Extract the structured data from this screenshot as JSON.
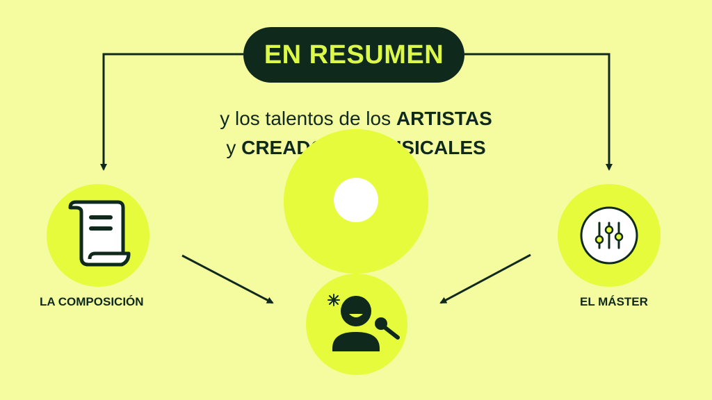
{
  "header": {
    "title": "EN RESUMEN"
  },
  "subtitle": {
    "line1_prefix": "y los talentos de los ",
    "line1_bold": "ARTISTAS",
    "line2_prefix": "y ",
    "line2_bold": "CREADORES MUSICALES"
  },
  "nodes": {
    "left": {
      "label": "LA COMPOSICIÓN",
      "icon": "scroll-icon"
    },
    "right": {
      "label": "EL MÁSTER",
      "icon": "mixer-sliders-icon"
    },
    "center_top": {
      "icon": "vinyl-disc-icon"
    },
    "center_bottom": {
      "icon": "singer-with-microphone-icon"
    }
  },
  "colors": {
    "background": "#f5fb9f",
    "accent": "#e6fb3c",
    "dark": "#0f2a1c",
    "pill_text": "#dcf94a"
  }
}
